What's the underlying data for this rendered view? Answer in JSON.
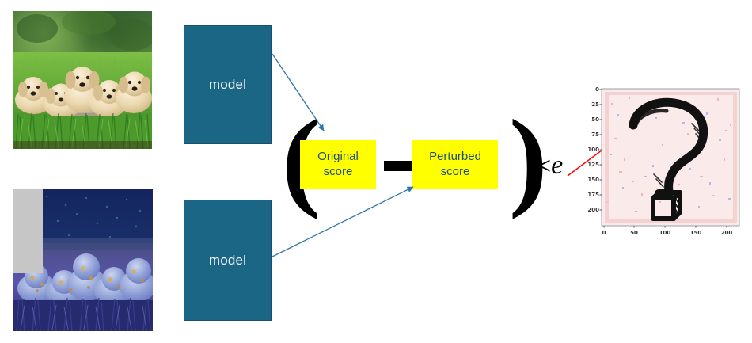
{
  "figure": {
    "title": "Adversarial perturbation score-difference schematic"
  },
  "images": {
    "original": {
      "name": "original-image",
      "alt": "Five golden retriever puppies lying in green grass"
    },
    "perturbed": {
      "name": "perturbed-image",
      "alt": "Same puppies image with blue-purple adversarial perturbation and a gray occlusion patch",
      "patch": "gray-occlusion-patch"
    }
  },
  "models": {
    "top_label": "model",
    "bottom_label": "model",
    "box_color": "#1B6585",
    "text_color": "#F0F4F6"
  },
  "scores": {
    "original": {
      "line1": "Original",
      "line2": "score"
    },
    "perturbed": {
      "line1": "Perturbed",
      "line2": "score"
    },
    "box_color": "#FFFF00",
    "text_color": "#1F4E79"
  },
  "operators": {
    "minus": "minus-sign",
    "paren_left": "(",
    "paren_right": ")",
    "less_than": "<",
    "epsilon": "e"
  },
  "arrows": {
    "top_model_to_original_score": {
      "color": "#2E75A8"
    },
    "bottom_model_to_perturbed_score": {
      "color": "#2E75A8"
    },
    "epsilon_to_plot": {
      "color": "#FF0000"
    }
  },
  "chart_data": {
    "type": "heatmap",
    "title": "",
    "xlabel": "",
    "ylabel": "",
    "xlim": [
      0,
      223
    ],
    "ylim": [
      223,
      0
    ],
    "xticks": [
      "0",
      "50",
      "100",
      "150",
      "200"
    ],
    "yticks": [
      "0",
      "25",
      "50",
      "75",
      "100",
      "125",
      "150",
      "175",
      "200"
    ],
    "grid": false,
    "legend": null,
    "colormap": "seismic-light",
    "background_color": "#FBE9E9",
    "annotation": "question-mark-and-cube-overlay",
    "description": "Adversarial perturbation residual map (224x224 pixels) with a hand-drawn question mark and cube drawn over it"
  }
}
